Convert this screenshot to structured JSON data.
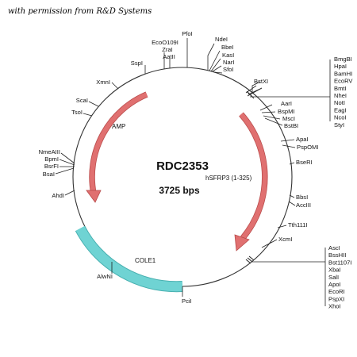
{
  "credit": "with permission from R&D Systems",
  "plasmid": {
    "name": "RDC2353",
    "size": "3725 bps"
  },
  "colors": {
    "ring": "#333333",
    "arrow": "#e07070",
    "arrowEdge": "#b84a4a",
    "cole": "#6fd3d3",
    "coleEdge": "#48b0b0",
    "line": "#222222"
  },
  "features": {
    "amp": "AMP",
    "insert": "hSFRP3 (1-325)",
    "ori": "COLE1"
  },
  "sites": {
    "pfoi": "PfoI",
    "ecoo109i": "EcoO109I",
    "zrai": "ZraI",
    "aatii": "AatII",
    "sspi": "SspI",
    "ndei": "NdeI",
    "bbei": "BbeI",
    "kasi": "KasI",
    "nari": "NarI",
    "sfoi": "SfoI",
    "xmni": "XmnI",
    "scai": "ScaI",
    "tsoi": "TsoI",
    "nmeaiii": "NmeAIII",
    "bpmi": "BpmI",
    "bsrfi": "BsrFI",
    "bsai": "BsaI",
    "ahdi": "AhdI",
    "alwni": "AlwNI",
    "pcii": "PciI",
    "bstxi": "BstXI",
    "aari": "AarI",
    "bspmi": "BspMI",
    "msci": "MscI",
    "bstbi": "BstBI",
    "apai": "ApaI",
    "pspomi": "PspOMI",
    "bseri": "BseRI",
    "bbsi": "BbsI",
    "acciii": "AccIII",
    "tth111i": "Tth111I",
    "xcmi": "XcmI"
  },
  "mcs1": [
    "BmgBI",
    "HpaI",
    "BamHI",
    "EcoRV",
    "BmtI",
    "NheI",
    "NotI",
    "EagI",
    "NcoI",
    "StyI"
  ],
  "mcs2": [
    "AscI",
    "BssHII",
    "Bst1107I",
    "XbaI",
    "SalI",
    "ApoI",
    "EcoRI",
    "PspXI",
    "XhoI"
  ]
}
